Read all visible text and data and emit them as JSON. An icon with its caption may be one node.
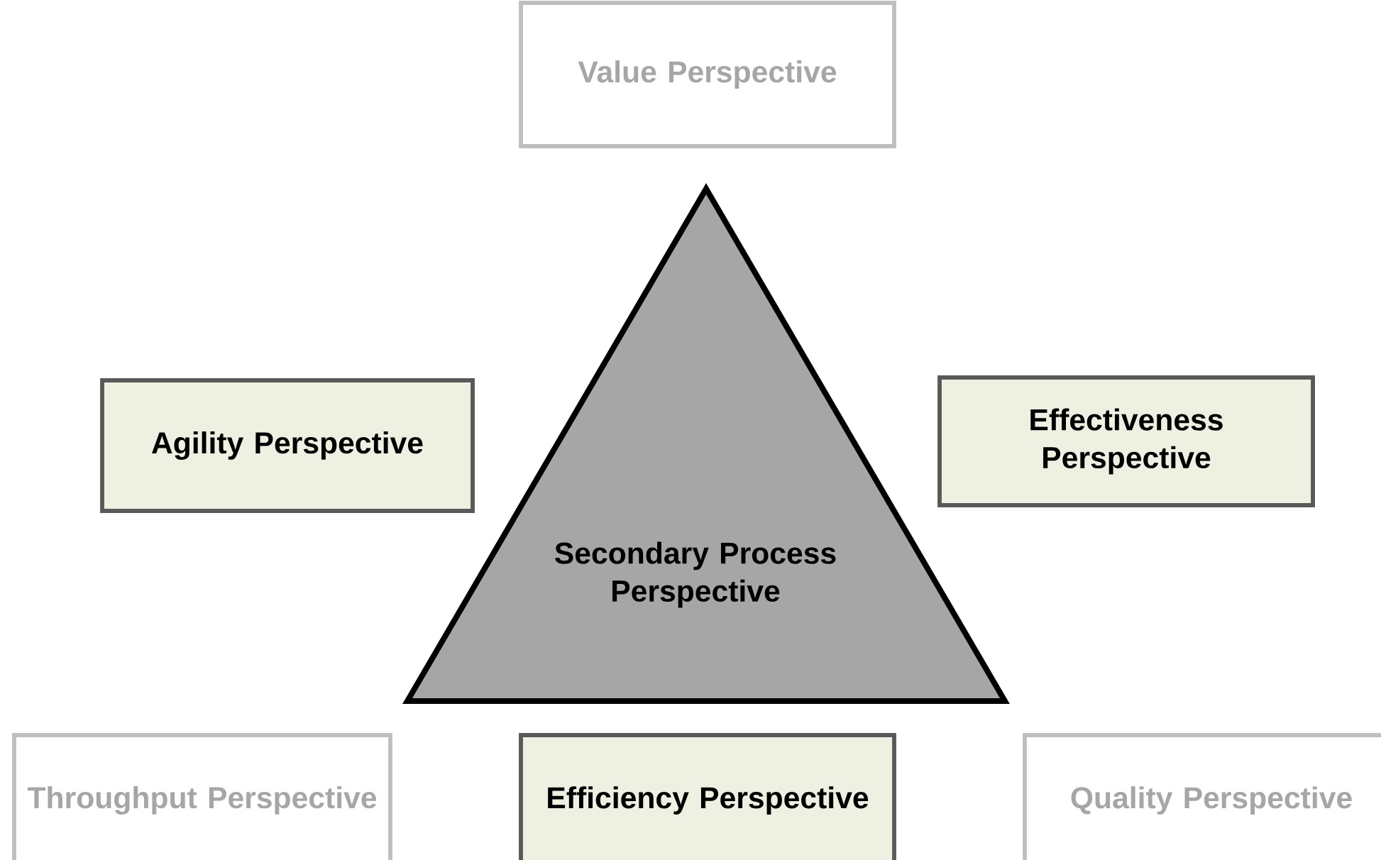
{
  "diagram": {
    "nodes": [
      {
        "text": [
          "Value Perspective"
        ]
      },
      {
        "text": [
          "Secondary Process Perspective"
        ]
      },
      {
        "text": [
          "Agility Perspective"
        ]
      },
      {
        "text": [
          "Effectiveness Perspective"
        ]
      },
      {
        "text": [
          "Throughput Perspective"
        ]
      },
      {
        "text": [
          "Efficiency Perspective"
        ]
      },
      {
        "text": [
          "Quality Perspective"
        ]
      }
    ]
  }
}
